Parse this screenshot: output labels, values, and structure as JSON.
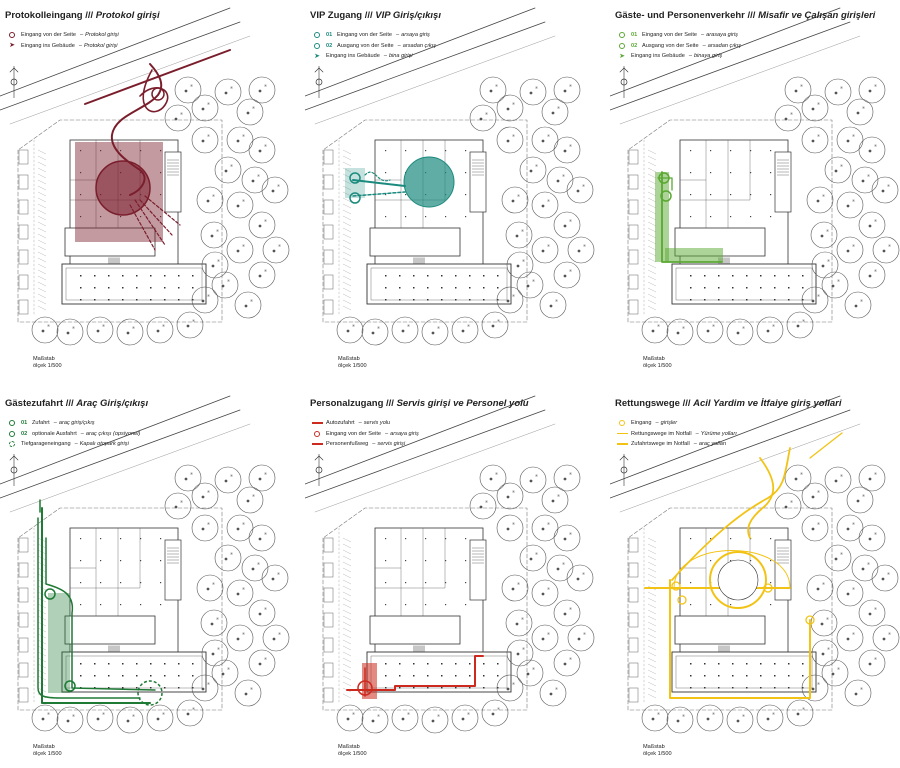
{
  "colors": {
    "protocol": "#7a1e2c",
    "vip": "#1b8a7e",
    "guest": "#5aa832",
    "car": "#1e7a35",
    "staff": "#cc2a1e",
    "rescue": "#f2c314"
  },
  "panels": [
    {
      "id": "protocol",
      "title": "Protokolleingang",
      "sep": " /// ",
      "subtitle": "Protokol girişi",
      "color_key": "protocol",
      "legend": [
        {
          "sym": "ring",
          "de": "Eingang von der Seite",
          "tr": "Protokol girişi"
        },
        {
          "sym": "arrow",
          "de": "Eingang ins Gebäude",
          "tr": "Protokol girişi"
        }
      ],
      "scale": [
        "Maßstab",
        "ölçek 1/500"
      ]
    },
    {
      "id": "vip",
      "title": "VIP Zugang",
      "sep": " /// ",
      "subtitle": "VIP Giriş/çıkışı",
      "color_key": "vip",
      "legend": [
        {
          "sym": "ring",
          "num": "01",
          "de": "Eingang von der Seite",
          "tr": "arsaya giriş"
        },
        {
          "sym": "ring",
          "num": "02",
          "de": "Ausgang von der Seite",
          "tr": "arsadan çıkış"
        },
        {
          "sym": "arrow",
          "de": "Eingang ins Gebäude",
          "tr": "bina girişi"
        }
      ],
      "scale": [
        "Maßstab",
        "ölçek 1/500"
      ]
    },
    {
      "id": "guest",
      "title": "Gäste- und Personenverkehr",
      "sep": " /// ",
      "subtitle": "Misafir ve Çalışan girişleri",
      "color_key": "guest",
      "legend": [
        {
          "sym": "ring",
          "num": "01",
          "de": "Eingang von der Seite",
          "tr": "arasaya giriş"
        },
        {
          "sym": "ring",
          "num": "02",
          "de": "Ausgang von der Seite",
          "tr": "arsadan çıkış"
        },
        {
          "sym": "arrow",
          "de": "Eingang ins Gebäude",
          "tr": "binaya giriş"
        }
      ],
      "scale": [
        "Maßstab",
        "ölçek 1/500"
      ]
    },
    {
      "id": "car",
      "title": "Gästezufahrt",
      "sep": " /// ",
      "subtitle": "Araç Giriş/çıkışı",
      "color_key": "car",
      "legend": [
        {
          "sym": "ring",
          "num": "01",
          "de": "Zufahrt",
          "tr": "araç giriş/çıkış"
        },
        {
          "sym": "ring",
          "num": "02",
          "de": "optionale Ausfahrt",
          "tr": "araç çıkışı (opsiyonel)"
        },
        {
          "sym": "ring-dashed",
          "de": "Tiefgarageneingang",
          "tr": "Kapalı otopark girişi"
        }
      ],
      "scale": [
        "Maßstab",
        "ölçek 1/500"
      ]
    },
    {
      "id": "staff",
      "title": "Personalzugang",
      "sep": " /// ",
      "subtitle": "Servis girişi ve Personel yolu",
      "color_key": "staff",
      "legend": [
        {
          "sym": "dash",
          "de": "Autozufahrt",
          "tr": "servis yolu"
        },
        {
          "sym": "ring",
          "de": "Eingang von der Seite",
          "tr": "arsaya giriş"
        },
        {
          "sym": "dash",
          "de": "Personenfußweg",
          "tr": "servis girişi"
        }
      ],
      "scale": [
        "Maßstab",
        "ölçek 1/500"
      ]
    },
    {
      "id": "rescue",
      "title": "Rettungswege",
      "sep": " /// ",
      "subtitle": "Acil Yardim ve İtfaiye giriş yollari",
      "color_key": "rescue",
      "legend": [
        {
          "sym": "ring",
          "de": "Eingang",
          "tr": "girişler"
        },
        {
          "sym": "dash-thin",
          "de": "Rettungswege im Notfall",
          "tr": "Yürüme yolları"
        },
        {
          "sym": "dash",
          "de": "Zufahrtswege im Notfall",
          "tr": "araç yolları"
        }
      ],
      "scale": [
        "Maßstab",
        "ölçek 1/500"
      ]
    }
  ]
}
